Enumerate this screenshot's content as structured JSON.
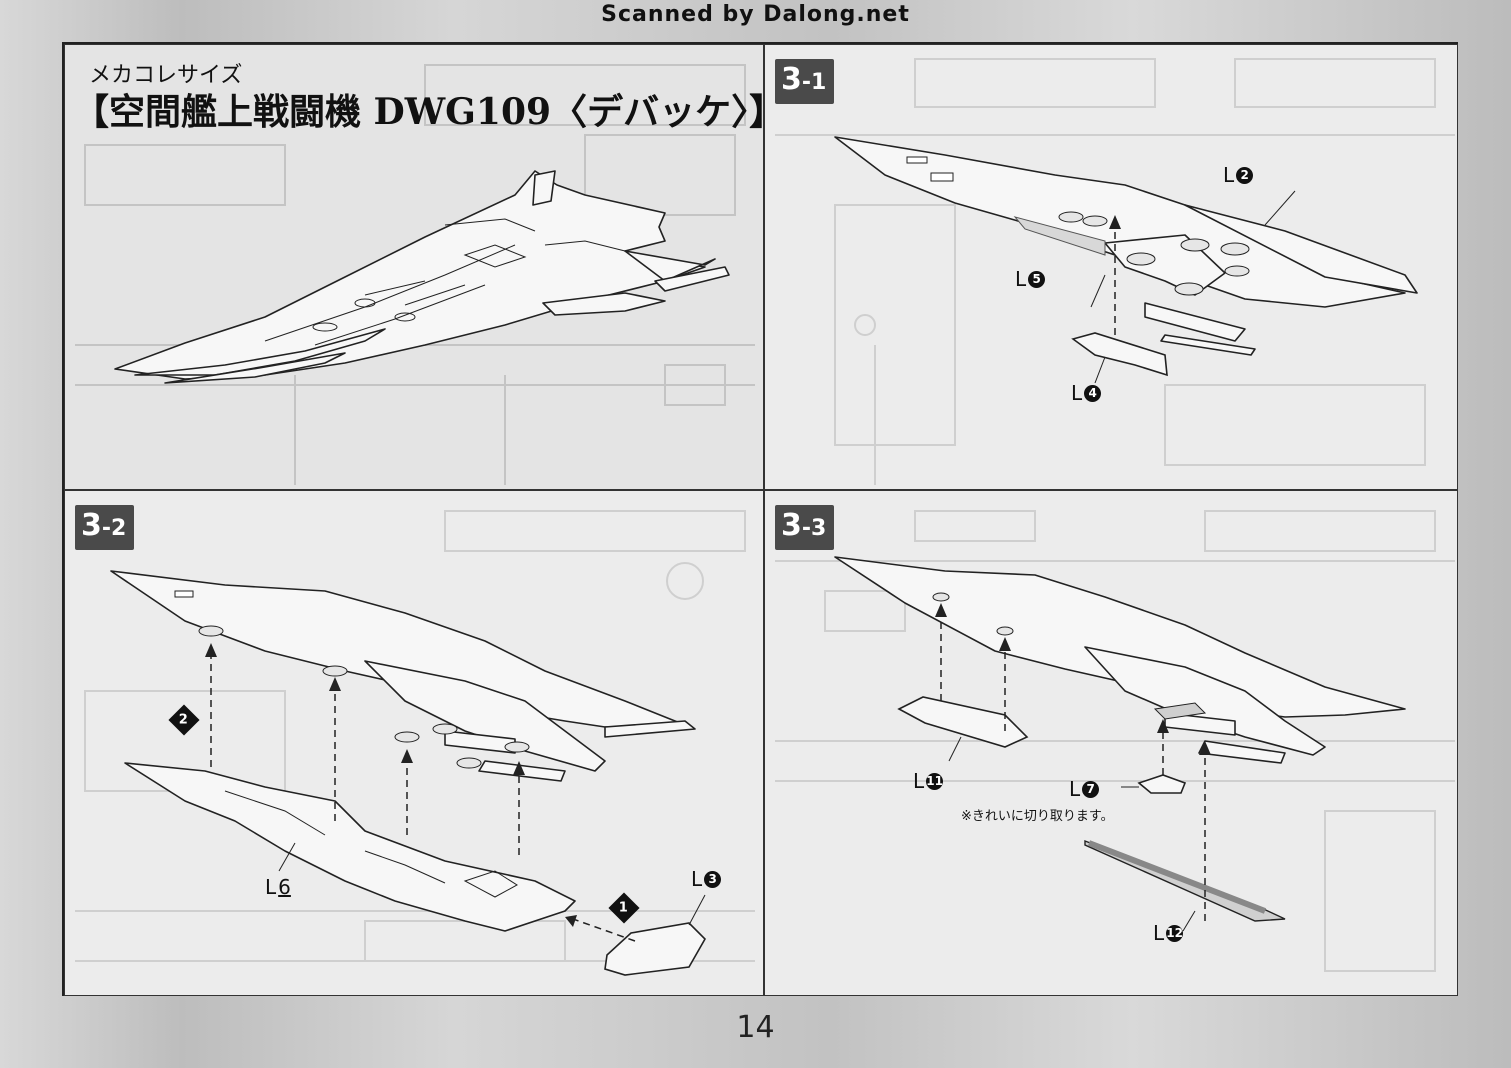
{
  "header": {
    "scan_credit": "Scanned by Dalong.net"
  },
  "title_panel": {
    "series": "メカコレサイズ",
    "title": "【空間艦上戦闘機 DWG109〈デバッケ〉】"
  },
  "steps": [
    {
      "badge_main": "3",
      "badge_sub": "-1",
      "labels": [
        {
          "letter": "L",
          "number": "2"
        },
        {
          "letter": "L",
          "number": "5"
        },
        {
          "letter": "L",
          "number": "4"
        }
      ]
    },
    {
      "badge_main": "3",
      "badge_sub": "-2",
      "labels": [
        {
          "letter": "L",
          "number": "6"
        },
        {
          "letter": "L",
          "number": "3"
        }
      ],
      "order_marks": [
        "2",
        "1"
      ]
    },
    {
      "badge_main": "3",
      "badge_sub": "-3",
      "labels": [
        {
          "letter": "L",
          "number": "11"
        },
        {
          "letter": "L",
          "number": "7"
        },
        {
          "letter": "L",
          "number": "12"
        }
      ],
      "note": "※きれいに切り取ります。"
    }
  ],
  "footer": {
    "page_number": "14"
  },
  "colors": {
    "badge_bg": "#4a4a4a",
    "line_art": "#222222",
    "paper": "#ececec"
  }
}
